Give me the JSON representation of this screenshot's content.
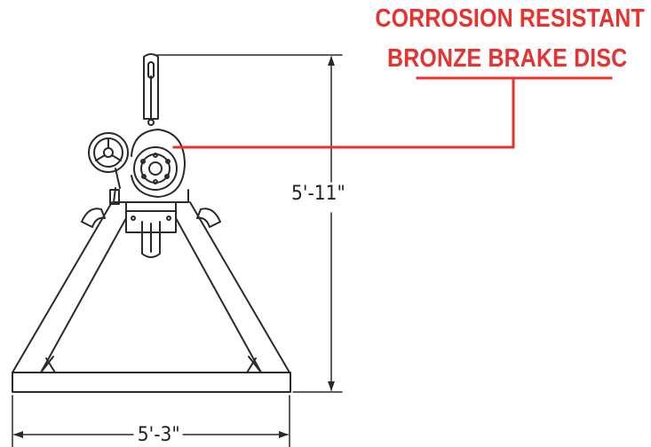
{
  "callout": {
    "line1": "CORROSION RESISTANT",
    "line2": "BRONZE BRAKE DISC",
    "color": "#e8322f"
  },
  "dimensions": {
    "height": "5'-11\"",
    "width": "5'-3\""
  },
  "colors": {
    "stroke": "#2a2a2a",
    "accent": "#e8322f"
  }
}
